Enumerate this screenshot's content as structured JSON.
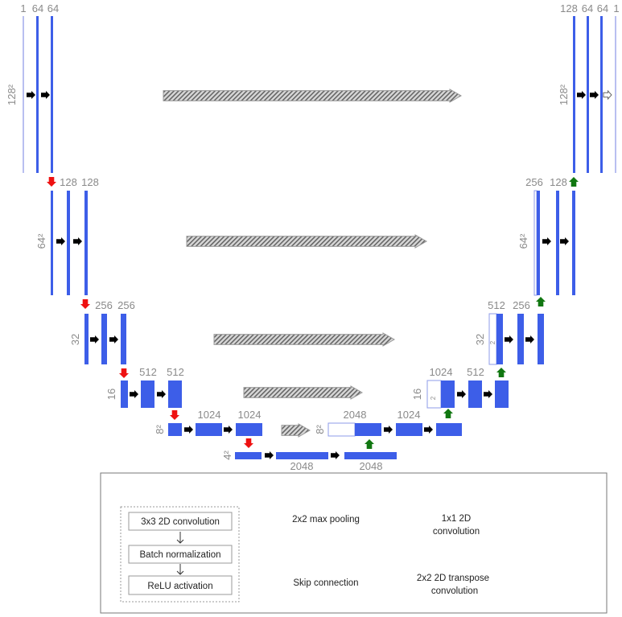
{
  "colors": {
    "feature_map": "#3d5ee8",
    "input_map": "#b9bff0",
    "conv_arrow": "#000000",
    "pool_arrow": "#ee1111",
    "upconv_arrow": "#117711",
    "skip_arrow": "#aaaaaa",
    "label": "#8a8a8a"
  },
  "encoder": {
    "level1": {
      "channels": [
        "1",
        "64",
        "64"
      ],
      "size": "128²"
    },
    "level2": {
      "channels": [
        "128",
        "128"
      ],
      "size": "64²"
    },
    "level3": {
      "channels": [
        "256",
        "256"
      ],
      "size": "32"
    },
    "level4": {
      "channels": [
        "512",
        "512"
      ],
      "size": "16"
    },
    "level5": {
      "channels": [
        "1024",
        "1024"
      ],
      "size": "8²"
    }
  },
  "bottleneck": {
    "size": "4²",
    "channels": [
      "2048",
      "2048"
    ]
  },
  "decoder": {
    "level5": {
      "channels": [
        "2048",
        "1024"
      ],
      "size": "8²"
    },
    "level4": {
      "channels": [
        "1024",
        "512"
      ],
      "size": "16",
      "concat_mark": "2"
    },
    "level3": {
      "channels": [
        "512",
        "256"
      ],
      "size": "32",
      "concat_mark": "2"
    },
    "level2": {
      "channels": [
        "256",
        "128"
      ],
      "size": "64²"
    },
    "level1": {
      "channels": [
        "128",
        "64",
        "64",
        "1"
      ],
      "size": "128²"
    }
  },
  "legend": {
    "conv_block": [
      "3x3 2D convolution",
      "Batch normalization",
      "ReLU activation"
    ],
    "max_pooling": "2x2 max pooling",
    "skip": "Skip connection",
    "conv1x1": [
      "1x1 2D",
      "convolution"
    ],
    "transpose": [
      "2x2 2D transpose",
      "convolution"
    ]
  }
}
